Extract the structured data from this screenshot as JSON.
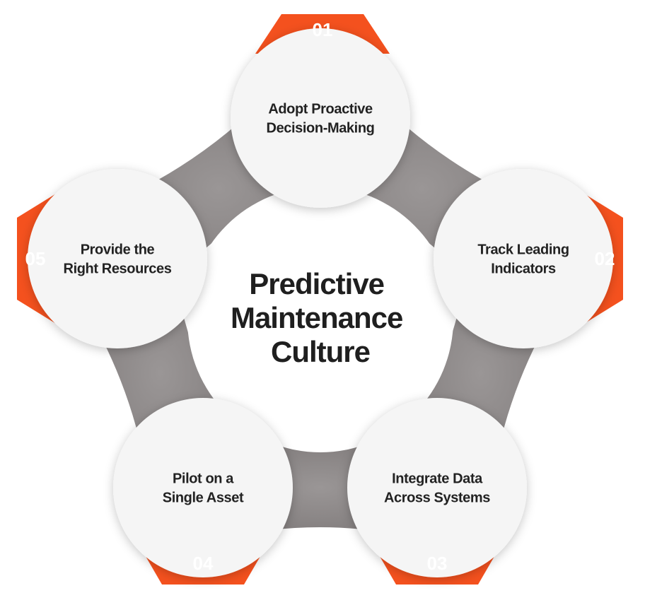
{
  "diagram": {
    "center": {
      "lines": [
        "Predictive",
        "Maintenance",
        "Culture"
      ]
    },
    "steps": [
      {
        "number": "01",
        "lines": [
          "Adopt Proactive",
          "Decision-Making"
        ]
      },
      {
        "number": "02",
        "lines": [
          "Track Leading",
          "Indicators"
        ]
      },
      {
        "number": "03",
        "lines": [
          "Integrate Data",
          "Across Systems"
        ]
      },
      {
        "number": "04",
        "lines": [
          "Pilot on a",
          "Single Asset"
        ]
      },
      {
        "number": "05",
        "lines": [
          "Provide the",
          "Right Resources"
        ]
      }
    ],
    "colors": {
      "accent": "#f4511e",
      "connector": "#8a8686",
      "circle_fill": "#f5f5f5",
      "center_fill": "#ffffff",
      "text": "#222222"
    }
  }
}
